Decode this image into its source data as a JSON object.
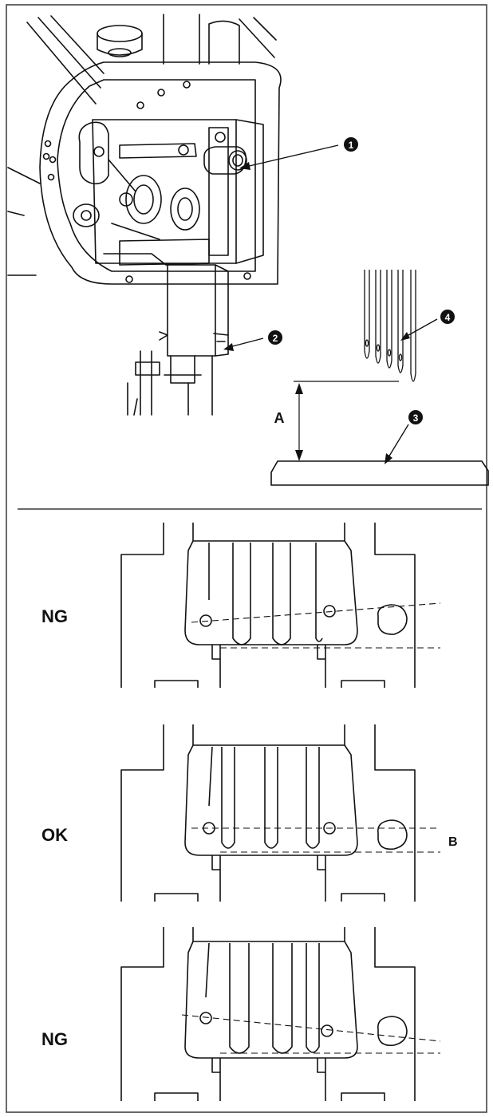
{
  "frame_border_color": "#444444",
  "line_color": "#111111",
  "callouts": [
    {
      "num": "1"
    },
    {
      "num": "2"
    },
    {
      "num": "3"
    },
    {
      "num": "4"
    }
  ],
  "dimension_labels": {
    "a": "A",
    "b": "B"
  },
  "panels": [
    {
      "status": "NG",
      "tilt": "up-right"
    },
    {
      "status": "OK",
      "tilt": "level"
    },
    {
      "status": "NG",
      "tilt": "down-right"
    }
  ]
}
